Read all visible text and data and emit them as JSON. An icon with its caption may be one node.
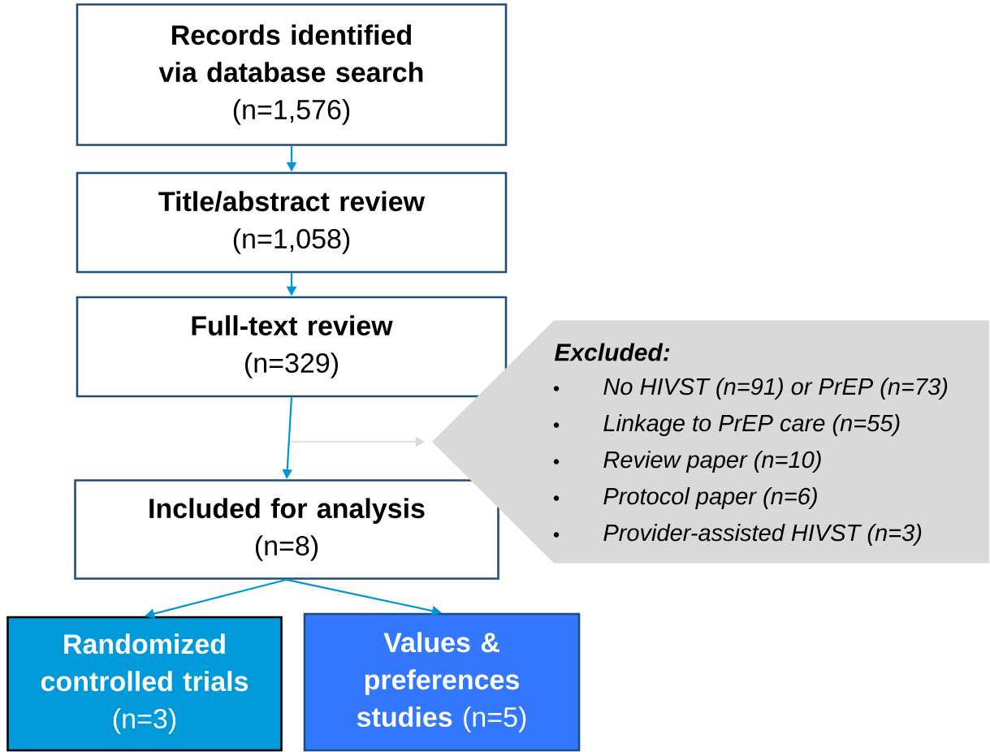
{
  "diagram": {
    "nodes": [
      {
        "text": [
          "Records identified via database search",
          "(n=1,576)"
        ]
      },
      {
        "text": [
          "Title/abstract review",
          "(n=1,058)"
        ]
      },
      {
        "text": [
          "Full-text review",
          "(n=329)"
        ]
      },
      {
        "text": [
          "Included for analysis",
          "(n=8)"
        ]
      },
      {
        "text": [
          "Randomized controlled trials",
          "(n=3)"
        ]
      },
      {
        "text": [
          "Values & preferences studies",
          "(n=5)"
        ]
      },
      {
        "text": [
          "Excluded:",
          "No HIVST (n=91) or PrEP (n=73)",
          "Linkage to PrEP care (n=55)",
          "Review paper (n=10)",
          "Protocol paper (n=6)",
          "Provider-assisted HIVST (n=3)"
        ]
      }
    ],
    "edges": [
      {
        "from": 0,
        "to": 1,
        "arrow": "to"
      },
      {
        "from": 1,
        "to": 2,
        "arrow": "to"
      },
      {
        "from": 2,
        "to": 3,
        "arrow": "to"
      },
      {
        "from": null,
        "to": 6,
        "arrow": "to",
        "color": "#d9d9d9"
      },
      {
        "from": 3,
        "to": 4,
        "arrow": "to"
      },
      {
        "from": 3,
        "to": 5,
        "arrow": "to"
      }
    ]
  }
}
